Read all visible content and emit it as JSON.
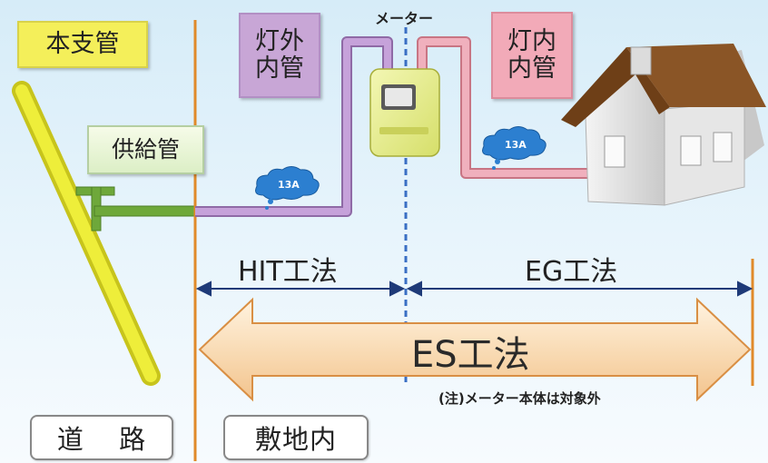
{
  "labels": {
    "main_pipe": "本支管",
    "supply_pipe": "供給管",
    "outer_pipe_line1": "灯外",
    "outer_pipe_line2": "内管",
    "meter": "メーター",
    "inner_pipe_line1": "灯内",
    "inner_pipe_line2": "内管",
    "gas_tag_1": "13A",
    "gas_tag_2": "13A",
    "hit_method": "HIT工法",
    "eg_method": "EG工法",
    "es_method": "ES工法",
    "note": "(注)メーター本体は対象外",
    "road": "道 路",
    "premises": "敷地内"
  },
  "colors": {
    "main_pipe": "#e6e62a",
    "supply_pipe": "#6ea83a",
    "outer_pipe": "#b48cc8",
    "inner_pipe": "#e8a0ae",
    "boundary_line": "#e08a2a",
    "meter_line": "#3a6fc4",
    "meter_body": "#e7ee8a",
    "es_arrow_fill": "#f9dcb6",
    "dimension_arrow": "#1e3a78",
    "cloud": "#2c7fd0",
    "roof": "#7a4a1e"
  },
  "icons": {
    "meter": "gas-meter-icon",
    "house": "house-icon",
    "gas_tag": "cloud-tag-icon"
  }
}
